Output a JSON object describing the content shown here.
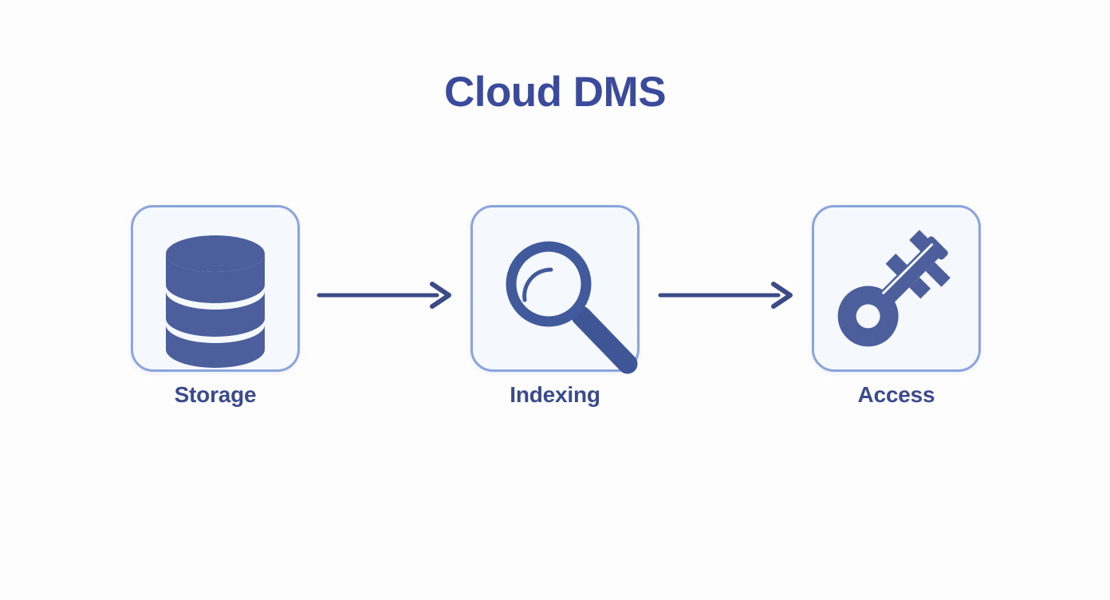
{
  "page": {
    "title": "Cloud DMS",
    "background_color": "#fdfdfd",
    "title_color": "#3b4a9c",
    "accent_color": "#4c5f9c",
    "card_border_color": "#8ba4dc",
    "card_fill_color": "#f5f8fd",
    "label_color": "#3b4a8e",
    "arrow_color": "#3c4a86"
  },
  "steps": [
    {
      "id": "storage",
      "label": "Storage",
      "icon": "database-icon"
    },
    {
      "id": "indexing",
      "label": "Indexing",
      "icon": "magnifying-glass-icon"
    },
    {
      "id": "access",
      "label": "Access",
      "icon": "key-icon"
    }
  ],
  "connectors": [
    {
      "id": "storage-to-indexing",
      "icon": "arrow-right-icon"
    },
    {
      "id": "indexing-to-access",
      "icon": "arrow-right-icon"
    }
  ]
}
